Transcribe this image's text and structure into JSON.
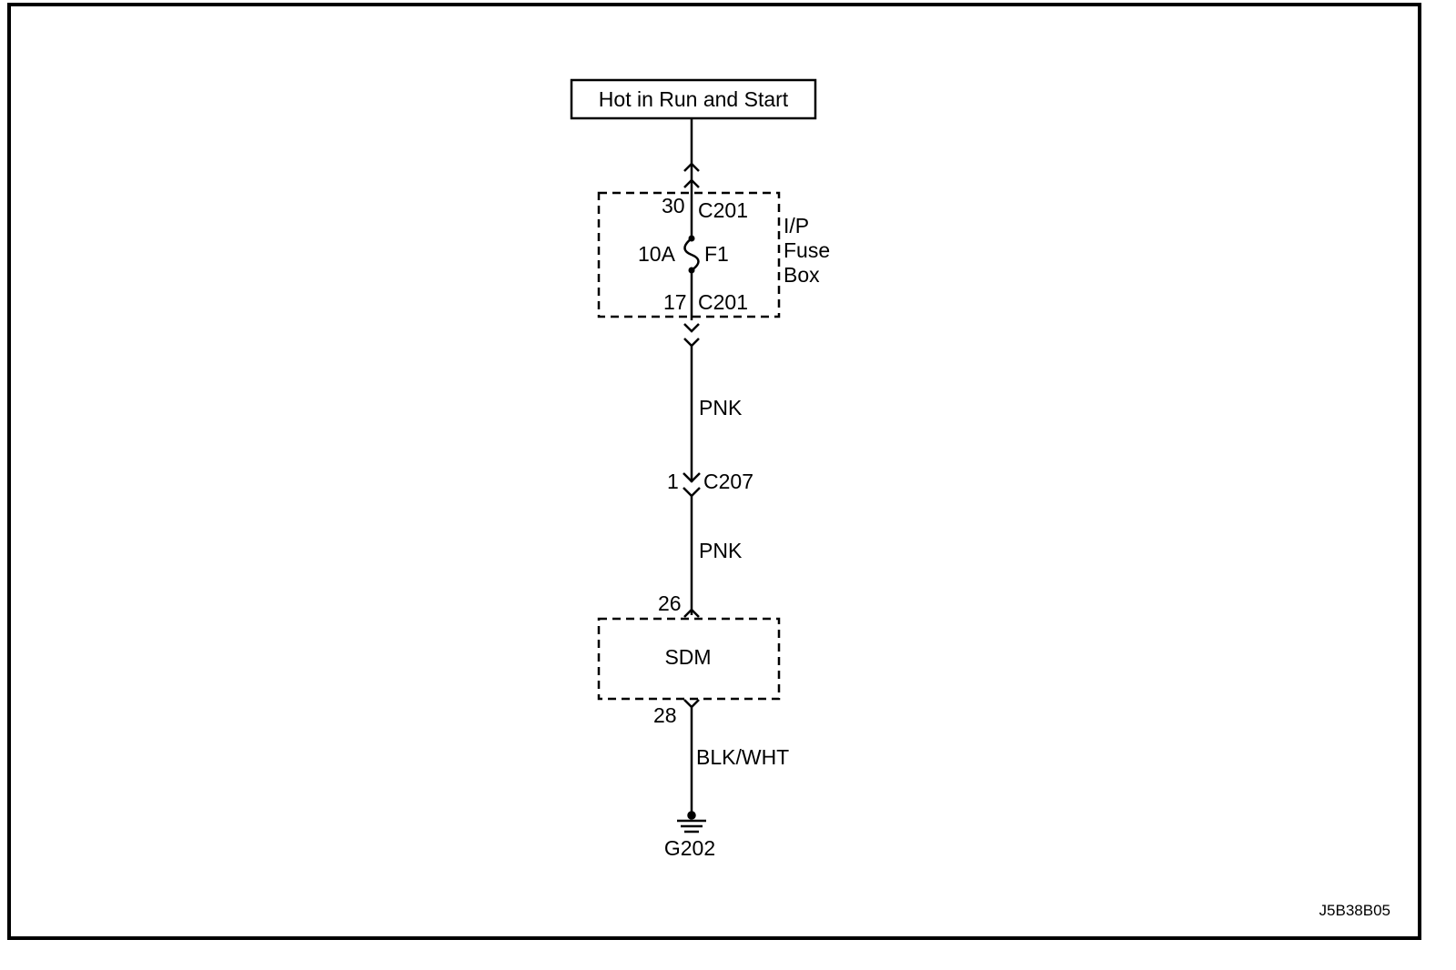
{
  "power_source": {
    "label": "Hot in Run and Start"
  },
  "fuse_box": {
    "label_lines": [
      "I/P",
      "Fuse",
      "Box"
    ],
    "top_pin": "30",
    "top_connector": "C201",
    "fuse_rating": "10A",
    "fuse_id": "F1",
    "bottom_pin": "17",
    "bottom_connector": "C201"
  },
  "wires": {
    "upper_color": "PNK",
    "lower_color": "PNK",
    "ground_color": "BLK/WHT"
  },
  "inline_connector": {
    "pin": "1",
    "id": "C207"
  },
  "module": {
    "label": "SDM",
    "input_pin": "26",
    "ground_pin": "28"
  },
  "ground": {
    "id": "G202"
  },
  "figure_id": "J5B38B05"
}
